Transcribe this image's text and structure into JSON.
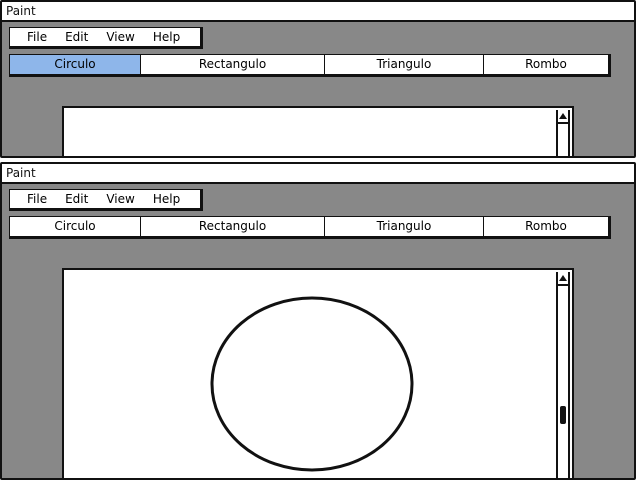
{
  "windows": [
    {
      "title": "Paint",
      "menu": [
        "File",
        "Edit",
        "View",
        "Help"
      ],
      "tabs": [
        "Circulo",
        "Rectangulo",
        "Triangulo",
        "Rombo"
      ],
      "selected_tab": "Circulo",
      "drawing": "empty"
    },
    {
      "title": "Paint",
      "menu": [
        "File",
        "Edit",
        "View",
        "Help"
      ],
      "tabs": [
        "Circulo",
        "Rectangulo",
        "Triangulo",
        "Rombo"
      ],
      "selected_tab": "none",
      "drawing": "circle"
    }
  ],
  "colors": {
    "selected_tab": "#8eb6ea",
    "client_bg": "#888888",
    "border": "#111111"
  }
}
